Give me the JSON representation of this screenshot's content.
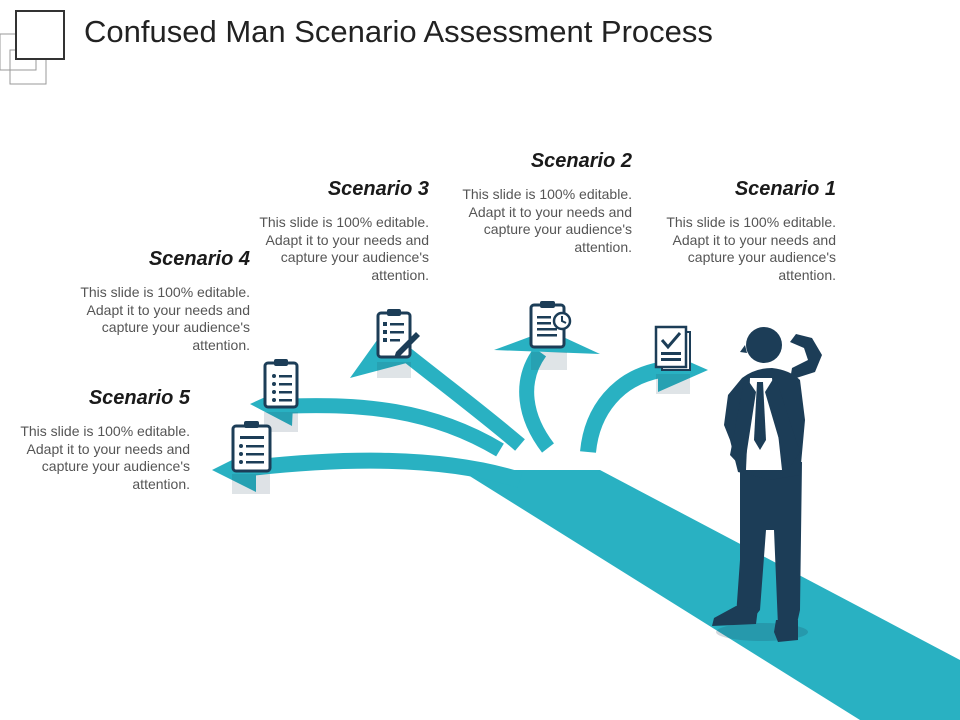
{
  "slide": {
    "title": "Confused Man Scenario Assessment Process"
  },
  "colors": {
    "arrow": "#29b1c2",
    "icon": "#1c3d57",
    "text": "#555555",
    "title": "#222222"
  },
  "scenarios": [
    {
      "title": "Scenario 1",
      "description": "This slide is 100% editable. Adapt it to your needs and capture your audience's attention.",
      "icon": "checked-document-icon"
    },
    {
      "title": "Scenario 2",
      "description": "This slide is 100% editable. Adapt it to your needs and capture your audience's attention.",
      "icon": "clipboard-clock-icon"
    },
    {
      "title": "Scenario 3",
      "description": "This slide is 100% editable. Adapt it to your needs and capture your audience's attention.",
      "icon": "clipboard-pencil-icon"
    },
    {
      "title": "Scenario 4",
      "description": "This slide is 100% editable. Adapt it to your needs and capture your audience's attention.",
      "icon": "clipboard-list-icon"
    },
    {
      "title": "Scenario 5",
      "description": "This slide is 100% editable. Adapt it to your needs and capture your audience's attention.",
      "icon": "clipboard-checklist-icon"
    }
  ]
}
